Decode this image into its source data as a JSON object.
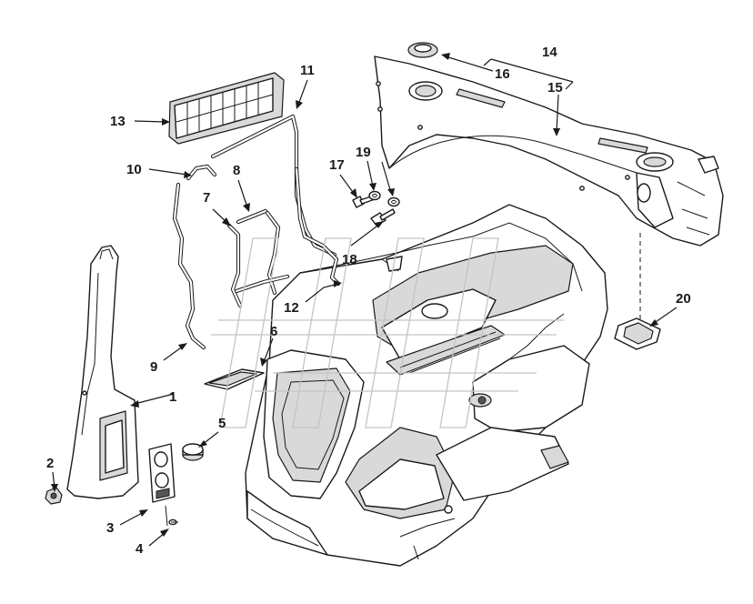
{
  "diagram": {
    "type": "exploded-parts-view",
    "callouts": [
      {
        "id": "1",
        "label": "1"
      },
      {
        "id": "2",
        "label": "2"
      },
      {
        "id": "3",
        "label": "3"
      },
      {
        "id": "4",
        "label": "4"
      },
      {
        "id": "5",
        "label": "5"
      },
      {
        "id": "6",
        "label": "6"
      },
      {
        "id": "7",
        "label": "7"
      },
      {
        "id": "8",
        "label": "8"
      },
      {
        "id": "9",
        "label": "9"
      },
      {
        "id": "10",
        "label": "10"
      },
      {
        "id": "11",
        "label": "11"
      },
      {
        "id": "12",
        "label": "12"
      },
      {
        "id": "13",
        "label": "13"
      },
      {
        "id": "14",
        "label": "14"
      },
      {
        "id": "15",
        "label": "15"
      },
      {
        "id": "16",
        "label": "16"
      },
      {
        "id": "17",
        "label": "17"
      },
      {
        "id": "18",
        "label": "18"
      },
      {
        "id": "19",
        "label": "19"
      },
      {
        "id": "20",
        "label": "20"
      }
    ],
    "colors": {
      "line": "#1a1a1a",
      "watermark": "#c4c4c4",
      "background": "#ffffff"
    }
  }
}
